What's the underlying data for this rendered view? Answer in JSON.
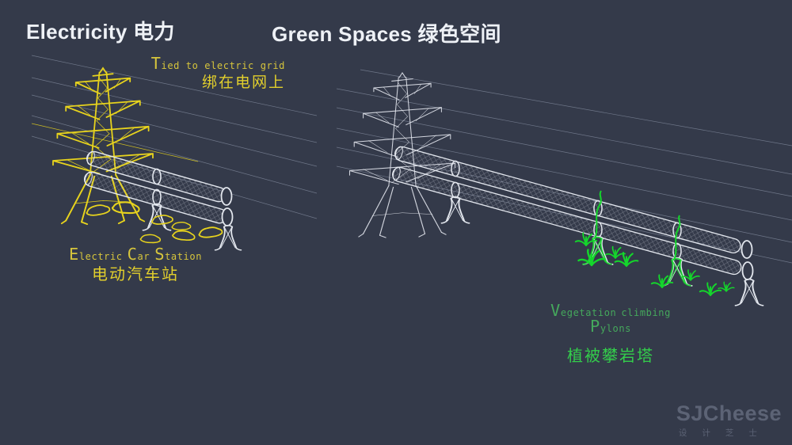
{
  "slide": {
    "background_color": "#343a4a",
    "left_title": "Electricity 电力",
    "right_title": "Green Spaces 绿色空间"
  },
  "electricity_section": {
    "accent_color": "#e7d31d",
    "grid_label_en": {
      "cap": "T",
      "rest": "ied to electric grid"
    },
    "grid_label_zh": "绑在电网上",
    "station_label_en": {
      "word1_cap": "E",
      "word1_rest": "lectric",
      "word2_cap": "C",
      "word2_rest": "ar",
      "word3_cap": "S",
      "word3_rest": "tation"
    },
    "station_label_zh": "电动汽车站"
  },
  "green_section": {
    "accent_color": "#33cd4b",
    "label_en": {
      "word1_cap": "V",
      "word1_rest": "egetation",
      "word2": "climbing",
      "word3_cap": "P",
      "word3_rest": "ylons"
    },
    "label_zh": "植被攀岩塔"
  },
  "watermark": {
    "brand": "SJCheese",
    "brand_zh": "设计芝士",
    "color": "#5c6375"
  },
  "illustration_colors": {
    "pylon_yellow": "#e7d31d",
    "wireframe_white": "#e3e7ee",
    "vegetation_green": "#14d62b",
    "cable_gray": "#6f7789"
  }
}
